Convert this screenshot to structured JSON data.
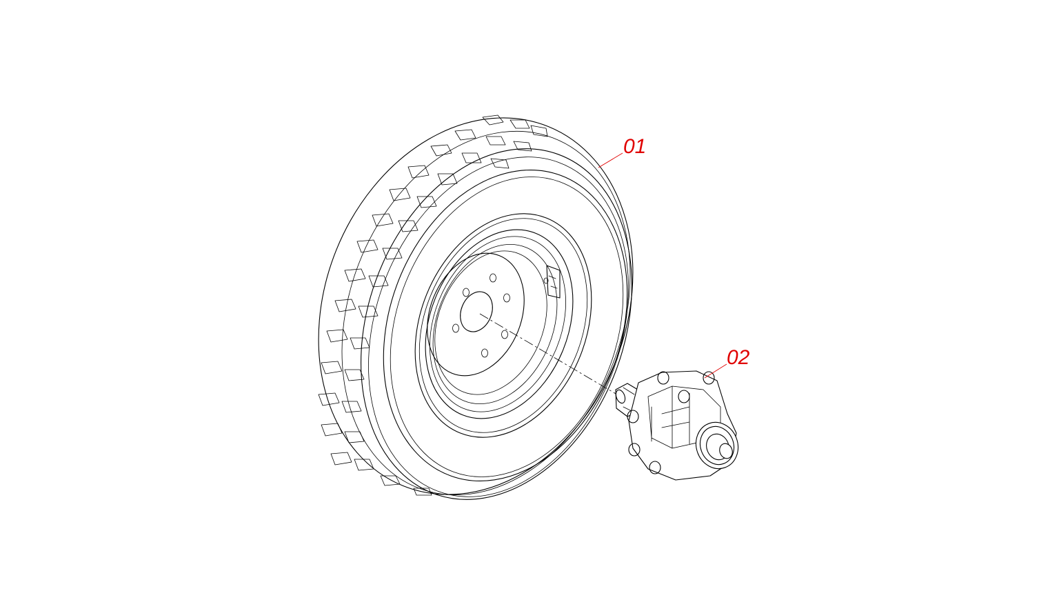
{
  "diagram": {
    "callouts": [
      {
        "id": "01",
        "label": "01",
        "part": "wheel-assembly"
      },
      {
        "id": "02",
        "label": "02",
        "part": "hub-assembly"
      }
    ],
    "callout_color": "#e00000",
    "line_color": "#000000",
    "background": "#ffffff"
  }
}
